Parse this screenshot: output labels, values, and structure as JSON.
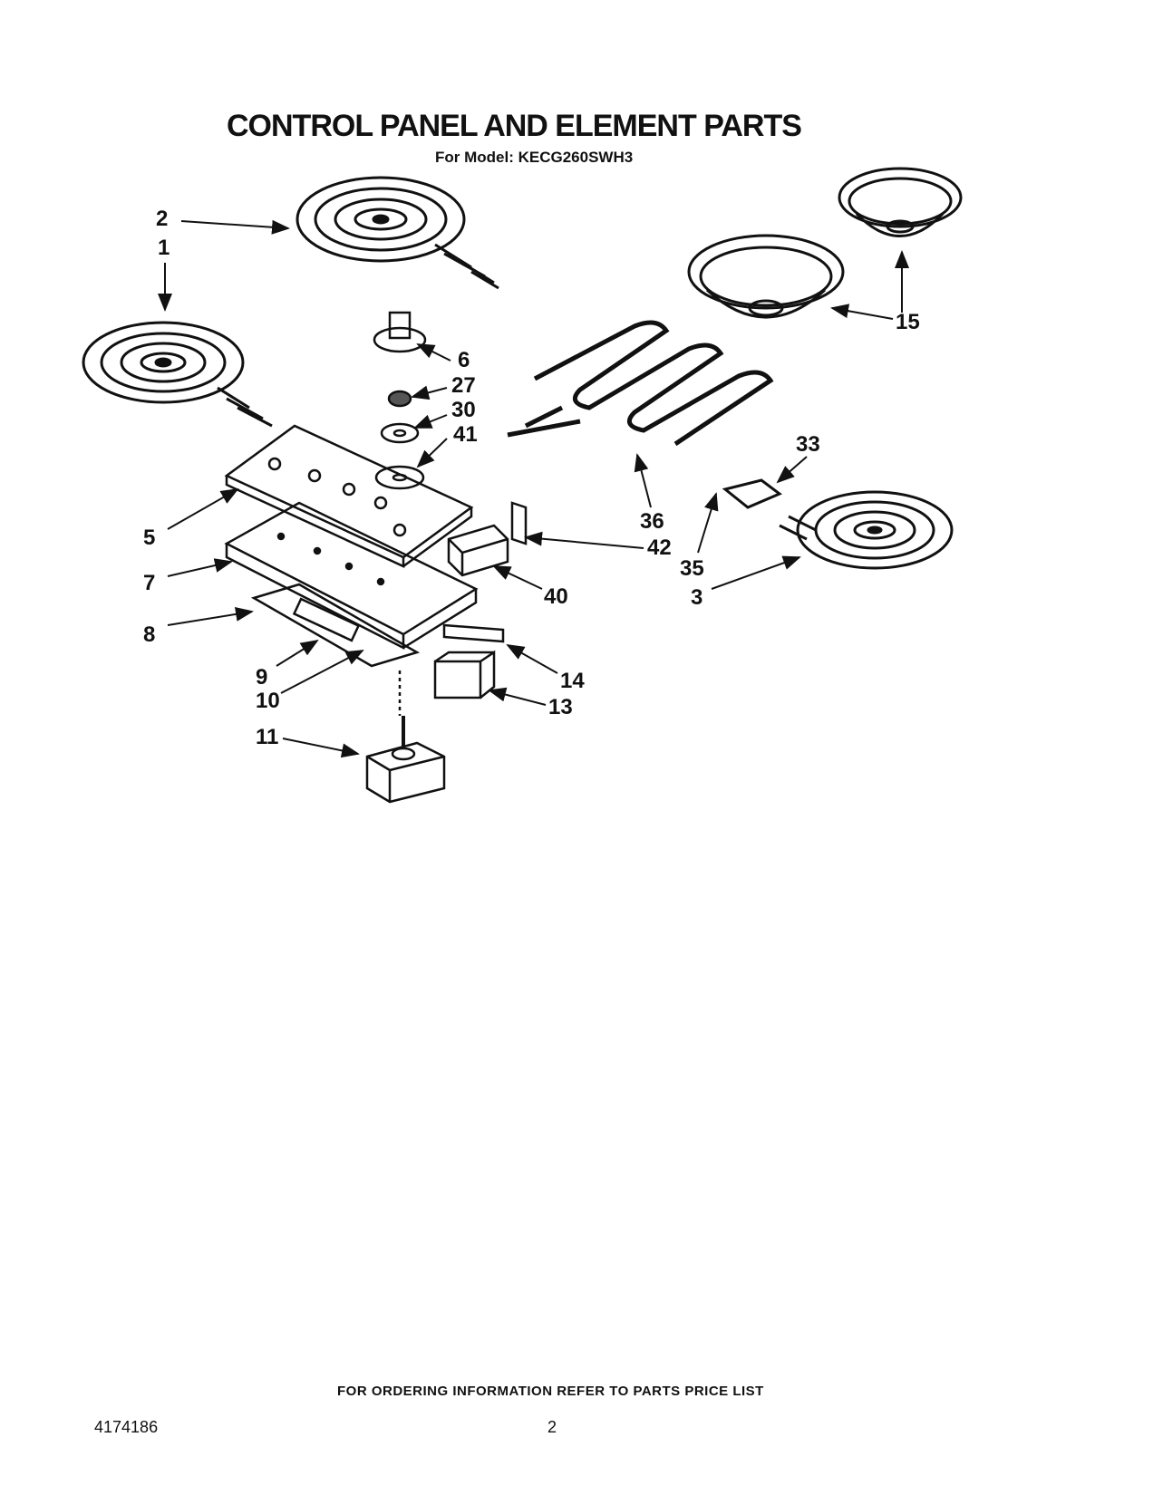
{
  "header": {
    "title": "CONTROL PANEL AND ELEMENT PARTS",
    "model_line": "For Model: KECG260SWH3"
  },
  "callouts": [
    {
      "id": "c2",
      "label": "2"
    },
    {
      "id": "c1",
      "label": "1"
    },
    {
      "id": "c15",
      "label": "15"
    },
    {
      "id": "c6",
      "label": "6"
    },
    {
      "id": "c27",
      "label": "27"
    },
    {
      "id": "c30",
      "label": "30"
    },
    {
      "id": "c41",
      "label": "41"
    },
    {
      "id": "c33",
      "label": "33"
    },
    {
      "id": "c36",
      "label": "36"
    },
    {
      "id": "c42",
      "label": "42"
    },
    {
      "id": "c35",
      "label": "35"
    },
    {
      "id": "c5",
      "label": "5"
    },
    {
      "id": "c7",
      "label": "7"
    },
    {
      "id": "c40",
      "label": "40"
    },
    {
      "id": "c3",
      "label": "3"
    },
    {
      "id": "c8",
      "label": "8"
    },
    {
      "id": "c9",
      "label": "9"
    },
    {
      "id": "c14",
      "label": "14"
    },
    {
      "id": "c10",
      "label": "10"
    },
    {
      "id": "c13",
      "label": "13"
    },
    {
      "id": "c11",
      "label": "11"
    }
  ],
  "footer": {
    "ordering_note": "FOR ORDERING INFORMATION REFER TO PARTS PRICE LIST",
    "doc_number": "4174186",
    "page_number": "2"
  }
}
